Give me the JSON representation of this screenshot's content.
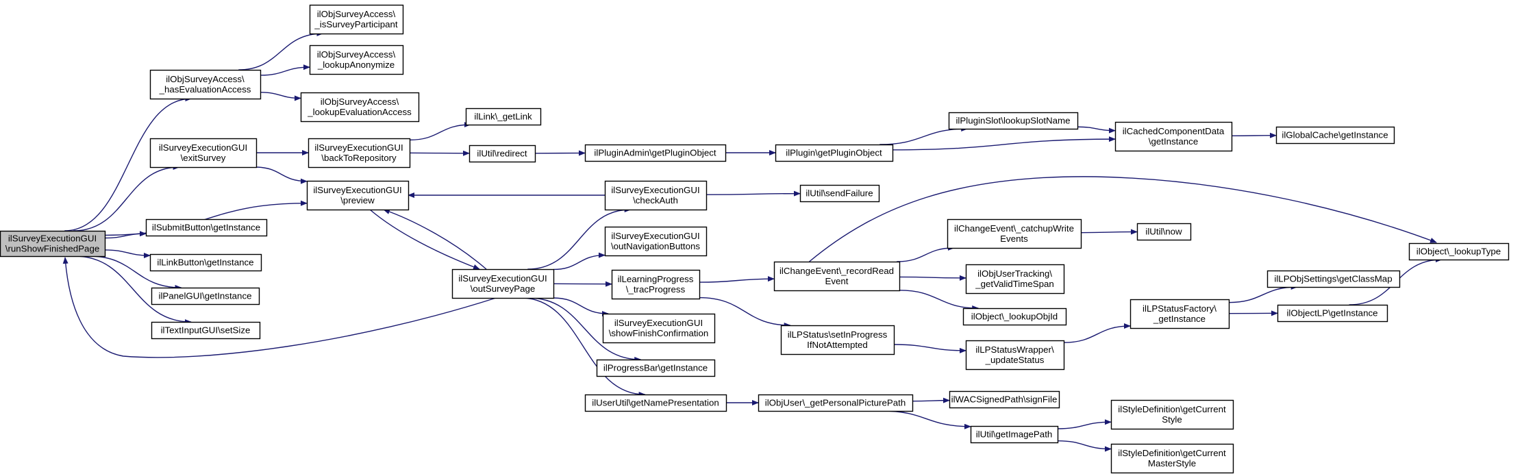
{
  "diagram": {
    "title": "",
    "colors": {
      "edge": "#191970",
      "root_fill": "#bfbfbf",
      "node_fill": "#ffffff",
      "node_border": "#000000"
    },
    "nodes": [
      {
        "id": "root",
        "lines": [
          "ilSurveyExecutionGUI",
          "\\runShowFinishedPage"
        ]
      },
      {
        "id": "hasEval",
        "lines": [
          "ilObjSurveyAccess\\",
          "_hasEvaluationAccess"
        ]
      },
      {
        "id": "isPart",
        "lines": [
          "ilObjSurveyAccess\\",
          "_isSurveyParticipant"
        ]
      },
      {
        "id": "lookAnon",
        "lines": [
          "ilObjSurveyAccess\\",
          "_lookupAnonymize"
        ]
      },
      {
        "id": "lookEval",
        "lines": [
          "ilObjSurveyAccess\\",
          "_lookupEvaluationAccess"
        ]
      },
      {
        "id": "exitSurvey",
        "lines": [
          "ilSurveyExecutionGUI",
          "\\exitSurvey"
        ]
      },
      {
        "id": "backRepo",
        "lines": [
          "ilSurveyExecutionGUI",
          "\\backToRepository"
        ]
      },
      {
        "id": "getLink",
        "lines": [
          "ilLink\\_getLink"
        ]
      },
      {
        "id": "redirect",
        "lines": [
          "ilUtil\\redirect"
        ]
      },
      {
        "id": "getPluginObject",
        "lines": [
          "ilPluginAdmin\\getPluginObject"
        ]
      },
      {
        "id": "pluginGetPO",
        "lines": [
          "ilPlugin\\getPluginObject"
        ]
      },
      {
        "id": "lookupSlot",
        "lines": [
          "ilPluginSlot\\lookupSlotName"
        ]
      },
      {
        "id": "cachedComp",
        "lines": [
          "ilCachedComponentData",
          "\\getInstance"
        ]
      },
      {
        "id": "globalCache",
        "lines": [
          "ilGlobalCache\\getInstance"
        ]
      },
      {
        "id": "preview",
        "lines": [
          "ilSurveyExecutionGUI",
          "\\preview"
        ]
      },
      {
        "id": "checkAuth",
        "lines": [
          "ilSurveyExecutionGUI",
          "\\checkAuth"
        ]
      },
      {
        "id": "sendFailure",
        "lines": [
          "ilUtil\\sendFailure"
        ]
      },
      {
        "id": "submitBtn",
        "lines": [
          "ilSubmitButton\\getInstance"
        ]
      },
      {
        "id": "linkBtn",
        "lines": [
          "ilLinkButton\\getInstance"
        ]
      },
      {
        "id": "panelGUI",
        "lines": [
          "ilPanelGUI\\getInstance"
        ]
      },
      {
        "id": "textInput",
        "lines": [
          "ilTextInputGUI\\setSize"
        ]
      },
      {
        "id": "outSurveyPage",
        "lines": [
          "ilSurveyExecutionGUI",
          "\\outSurveyPage"
        ]
      },
      {
        "id": "outNavBtn",
        "lines": [
          "ilSurveyExecutionGUI",
          "\\outNavigationButtons"
        ]
      },
      {
        "id": "tracProgress",
        "lines": [
          "ilLearningProgress",
          "\\_tracProgress"
        ]
      },
      {
        "id": "showFinish",
        "lines": [
          "ilSurveyExecutionGUI",
          "\\showFinishConfirmation"
        ]
      },
      {
        "id": "progressBar",
        "lines": [
          "ilProgressBar\\getInstance"
        ]
      },
      {
        "id": "namePres",
        "lines": [
          "ilUserUtil\\getNamePresentation"
        ]
      },
      {
        "id": "recordRead",
        "lines": [
          "ilChangeEvent\\_recordRead",
          "Event"
        ]
      },
      {
        "id": "catchupWrite",
        "lines": [
          "ilChangeEvent\\_catchupWrite",
          "Events"
        ]
      },
      {
        "id": "utilNow",
        "lines": [
          "ilUtil\\now"
        ]
      },
      {
        "id": "validTime",
        "lines": [
          "ilObjUserTracking\\",
          "_getValidTimeSpan"
        ]
      },
      {
        "id": "lookupObjId",
        "lines": [
          "ilObject\\_lookupObjId"
        ]
      },
      {
        "id": "lookupType",
        "lines": [
          "ilObject\\_lookupType"
        ]
      },
      {
        "id": "setInProgress",
        "lines": [
          "ilLPStatus\\setInProgress",
          "IfNotAttempted"
        ]
      },
      {
        "id": "updateStatus",
        "lines": [
          "ilLPStatusWrapper\\",
          "_updateStatus"
        ]
      },
      {
        "id": "lpFactory",
        "lines": [
          "ilLPStatusFactory\\",
          "_getInstance"
        ]
      },
      {
        "id": "classMap",
        "lines": [
          "ilLPObjSettings\\getClassMap"
        ]
      },
      {
        "id": "objectLP",
        "lines": [
          "ilObjectLP\\getInstance"
        ]
      },
      {
        "id": "personalPic",
        "lines": [
          "ilObjUser\\_getPersonalPicturePath"
        ]
      },
      {
        "id": "signFile",
        "lines": [
          "ilWACSignedPath\\signFile"
        ]
      },
      {
        "id": "imagePath",
        "lines": [
          "ilUtil\\getImagePath"
        ]
      },
      {
        "id": "curStyle",
        "lines": [
          "ilStyleDefinition\\getCurrent",
          "Style"
        ]
      },
      {
        "id": "curMaster",
        "lines": [
          "ilStyleDefinition\\getCurrent",
          "MasterStyle"
        ]
      }
    ],
    "edges": [
      [
        "root",
        "hasEval"
      ],
      [
        "hasEval",
        "isPart"
      ],
      [
        "hasEval",
        "lookAnon"
      ],
      [
        "hasEval",
        "lookEval"
      ],
      [
        "root",
        "exitSurvey"
      ],
      [
        "exitSurvey",
        "backRepo"
      ],
      [
        "exitSurvey",
        "preview"
      ],
      [
        "backRepo",
        "getLink"
      ],
      [
        "backRepo",
        "redirect"
      ],
      [
        "redirect",
        "getPluginObject"
      ],
      [
        "getPluginObject",
        "pluginGetPO"
      ],
      [
        "pluginGetPO",
        "lookupSlot"
      ],
      [
        "pluginGetPO",
        "cachedComp"
      ],
      [
        "lookupSlot",
        "cachedComp"
      ],
      [
        "cachedComp",
        "globalCache"
      ],
      [
        "root",
        "preview"
      ],
      [
        "preview",
        "outSurveyPage"
      ],
      [
        "outSurveyPage",
        "preview"
      ],
      [
        "checkAuth",
        "preview"
      ],
      [
        "checkAuth",
        "sendFailure"
      ],
      [
        "root",
        "submitBtn"
      ],
      [
        "root",
        "linkBtn"
      ],
      [
        "root",
        "panelGUI"
      ],
      [
        "root",
        "textInput"
      ],
      [
        "outSurveyPage",
        "root"
      ],
      [
        "outSurveyPage",
        "checkAuth"
      ],
      [
        "outSurveyPage",
        "outNavBtn"
      ],
      [
        "outSurveyPage",
        "tracProgress"
      ],
      [
        "outSurveyPage",
        "showFinish"
      ],
      [
        "outSurveyPage",
        "progressBar"
      ],
      [
        "outSurveyPage",
        "namePres"
      ],
      [
        "tracProgress",
        "recordRead"
      ],
      [
        "tracProgress",
        "setInProgress"
      ],
      [
        "recordRead",
        "catchupWrite"
      ],
      [
        "recordRead",
        "validTime"
      ],
      [
        "recordRead",
        "lookupObjId"
      ],
      [
        "recordRead",
        "lookupType"
      ],
      [
        "catchupWrite",
        "utilNow"
      ],
      [
        "setInProgress",
        "updateStatus"
      ],
      [
        "updateStatus",
        "lpFactory"
      ],
      [
        "lpFactory",
        "classMap"
      ],
      [
        "lpFactory",
        "objectLP"
      ],
      [
        "objectLP",
        "lookupType"
      ],
      [
        "namePres",
        "personalPic"
      ],
      [
        "personalPic",
        "signFile"
      ],
      [
        "personalPic",
        "imagePath"
      ],
      [
        "imagePath",
        "curStyle"
      ],
      [
        "imagePath",
        "curMaster"
      ]
    ]
  }
}
